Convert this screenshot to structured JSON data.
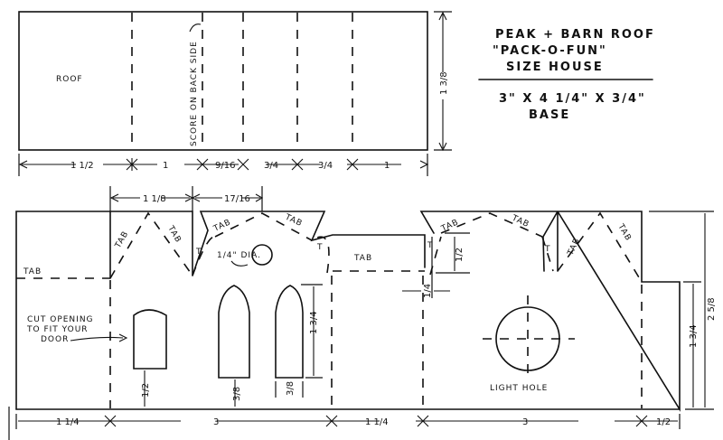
{
  "title_block": {
    "line1": "PEAK + BARN ROOF",
    "line2": "\"PACK-O-FUN\"",
    "line3": "SIZE HOUSE",
    "line4": "3\" X 4 1/4\" X 3/4\"",
    "line5": "BASE"
  },
  "roof_piece": {
    "label": "ROOF",
    "score_note": "SCORE ON BACK SIDE",
    "height_dim": "1 3/8",
    "segment_dims": [
      "1 1/2",
      "1",
      "9/16",
      "3/4",
      "3/4",
      "1"
    ]
  },
  "walls_piece": {
    "top_dims": [
      "1 1/8",
      "17/16"
    ],
    "tab_labels": [
      "TAB",
      "TAB",
      "TAB",
      "TAB",
      "TAB",
      "TAB",
      "TAB",
      "TAB",
      "TAB",
      "TAB"
    ],
    "t_labels": [
      "T",
      "T",
      "T",
      "T"
    ],
    "hole_note": "1/4\" DIA.",
    "door_note_line1": "CUT OPENING",
    "door_note_line2": "TO FIT YOUR",
    "door_note_line3": "DOOR",
    "door_bottom_dim": "1/2",
    "window_bottom_dim": "3/8",
    "window_width_dim": "3/8",
    "window_height_dim": "1 3/4",
    "tab_rect_height_dim": "1/2",
    "tab_gap_dim": "1/4",
    "light_hole_label": "LIGHT HOLE",
    "right_height_outer": "2 5/8",
    "right_height_inner": "1 3/4",
    "bottom_dims": [
      "1 1/4",
      "3",
      "1 1/4",
      "3",
      "1/2"
    ]
  }
}
